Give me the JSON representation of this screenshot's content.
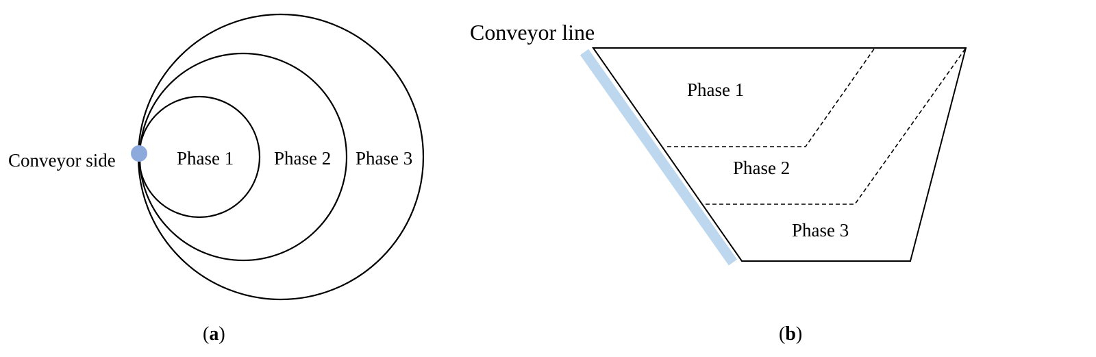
{
  "panel_a": {
    "conveyor_label": "Conveyor side",
    "phase_labels": [
      "Phase 1",
      "Phase 2",
      "Phase 3"
    ],
    "caption_letter": "a",
    "conveyor_marker_color": "#8ea9db"
  },
  "panel_b": {
    "conveyor_label": "Conveyor line",
    "phase_labels": [
      "Phase 1",
      "Phase 2",
      "Phase 3"
    ],
    "caption_letter": "b",
    "conveyor_line_color": "#bdd7ee"
  },
  "caption_open": "(",
  "caption_close": ")"
}
